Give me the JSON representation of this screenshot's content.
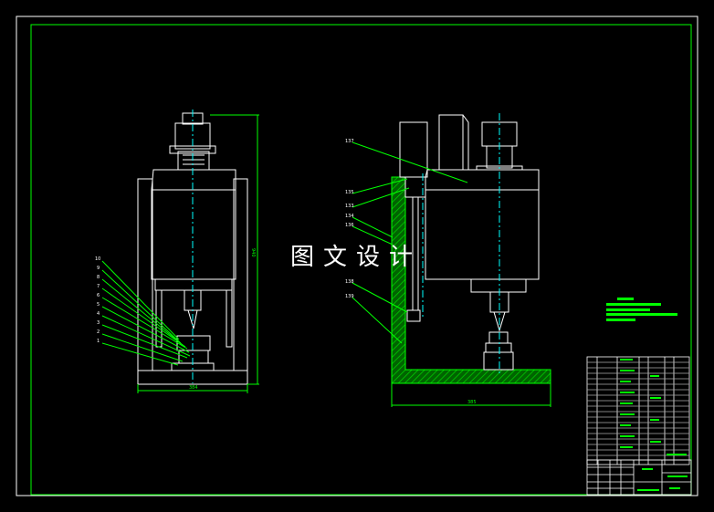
{
  "drawing": {
    "watermark_text": "图文设计",
    "front_view": {
      "width_dim": "384",
      "height_dim": "940",
      "balloons": [
        "10",
        "9",
        "8",
        "7",
        "6",
        "5",
        "4",
        "3",
        "2",
        "1"
      ]
    },
    "side_view": {
      "width_dim": "385",
      "balloons": [
        "137",
        "135",
        "133",
        "134",
        "136",
        "138",
        "139"
      ]
    },
    "colors": {
      "background": "#000000",
      "frame": "#ffffff",
      "inner_frame": "#00ff00",
      "part_outline": "#ffffff",
      "centerline": "#00ffff",
      "dimension": "#00ff00",
      "hatch": "#00c000",
      "notes": "#00ff00"
    }
  }
}
